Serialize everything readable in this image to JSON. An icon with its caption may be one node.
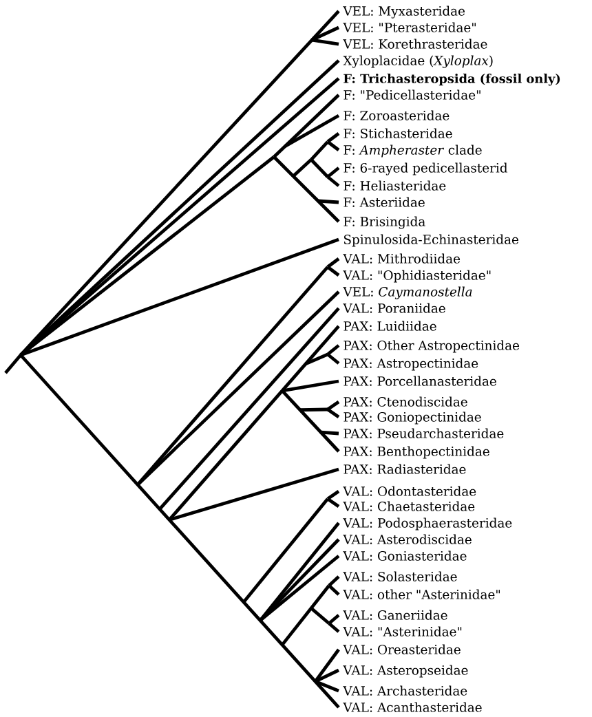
{
  "diagram": {
    "labels": [
      "VEL: Myxasteridae",
      "VEL: \"Pterasteridae\"",
      "VEL: Korethrasteridae",
      "Xyloplacidae (*Xyloplax*)",
      "F: Trichasteropsida (fossil only)",
      "F: \"Pedicellasteridae\"",
      "F: Zoroasteridae",
      "F: Stichasteridae",
      "F: *Ampheraster* clade",
      "F: 6-rayed pedicellasterid",
      "F: Heliasteridae",
      "F: Asteriidae",
      "F: Brisingida",
      "Spinulosida-Echinasteridae",
      "VAL: Mithrodiidae",
      "VAL: \"Ophidiasteridae\"",
      "VEL: *Caymanostella*",
      "VAL: Poraniidae",
      "PAX: Luidiidae",
      "PAX: Other Astropectinidae",
      "PAX: Astropectinidae",
      "PAX: Porcellanasteridae",
      "PAX: Ctenodiscidae",
      "PAX: Goniopectinidae",
      "PAX: Pseudarchasteridae",
      "PAX: Benthopectinidae",
      "PAX: Radiasteridae",
      "VAL: Odontasteridae",
      "VAL: Chaetasteridae",
      "VAL: Podosphaerasteridae",
      "VAL: Asterodiscidae",
      "VAL: Goniasteridae",
      "VAL: Solasteridae",
      "VAL: other \"Asterinidae\"",
      "VAL: Ganeriidae",
      "VAL: \"Asterinidae\"",
      "VAL: Oreasteridae",
      "VAL: Asteropseidae",
      "VAL: Archasteridae",
      "VAL: Acanthasteridae"
    ]
  }
}
